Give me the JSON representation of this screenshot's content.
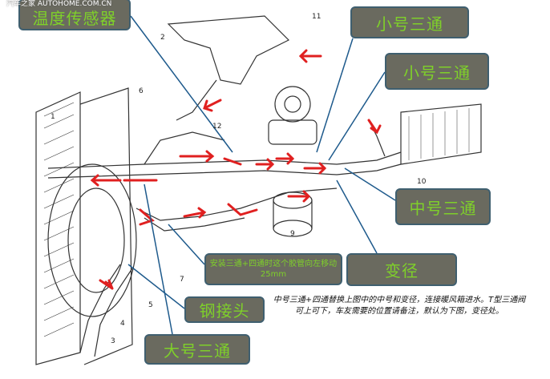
{
  "watermark": "汽车之家 AUTOHOME.COM.CN",
  "labels": {
    "temp_sensor": "温度传感器",
    "small_tee_1": "小号三通",
    "small_tee_2": "小号三通",
    "medium_tee": "中号三通",
    "reducer": "变径",
    "install_note": "安装三通+四通时这个胶管向左移动",
    "install_note_dist": "25mm",
    "steel_joint": "钢接头",
    "large_tee": "大号三通"
  },
  "note": "中号三通+四通替换上图中的中号和变径，连接暖风箱进水。T型三通阀可上可下，车友需要的位置请备注，默认为下图，变径处。",
  "part_numbers": [
    "1",
    "2",
    "3",
    "4",
    "5",
    "6",
    "7",
    "9",
    "10",
    "11",
    "12"
  ],
  "colors": {
    "box_bg": "#6a6a5f",
    "box_text": "#7fd02a",
    "arrow": "#e02020",
    "leader": "#1e5a8c"
  }
}
